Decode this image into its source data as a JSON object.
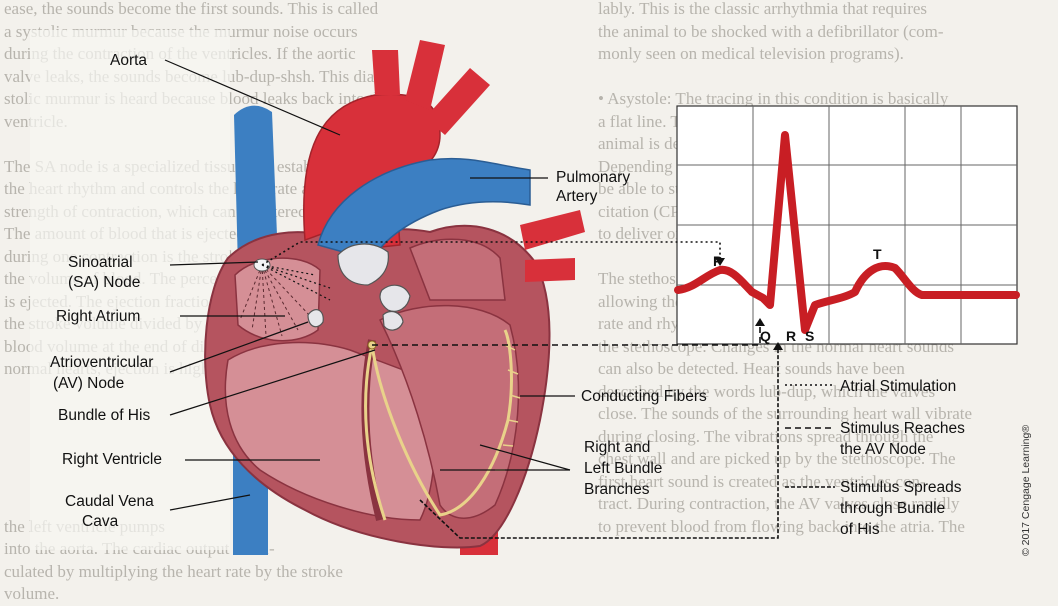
{
  "background_text": {
    "left_lines": [
      "ease, the sounds become the first sounds. This is called",
      "a systolic murmur because the murmur noise occurs",
      "during the contraction of the ventricles. If the aortic",
      "valve leaks, the sounds become lub-dup-shsh. This dia-",
      "stolic murmur is heard because blood leaks back into the",
      "ventricle.",
      "",
      "The SA node is a specialized tissue that establishes",
      "the heart rhythm and controls the heart rate and",
      "strength of contraction, which can be altered by other means.",
      "The amount of blood that is ejected",
      "during one contraction is the stroke volume",
      "the volume of blood. The percentage of blood that",
      "is ejected. The ejection fraction is",
      "the stroke volume divided by the total",
      "blood volume at the end of diastole. In",
      "normal hearts, ejection is higher than 50%.",
      "",
      "",
      "",
      "",
      "",
      "",
      "the left ventricle pumps",
      "into the aorta. The cardiac output is cal-",
      "culated by multiplying the heart rate by the stroke",
      "volume."
    ],
    "right_lines": [
      "lably. This is the classic arrhythmia that requires",
      "the animal to be shocked with a defibrillator (com-",
      "monly seen on medical television programs).",
      "",
      "• Asystole: The tracing in this condition is basically",
      "   a flat line. The heart is no longer contracting. The",
      "   animal is described as being in cardiac arrest.",
      "   Depending on the cause, external stimulation may",
      "   be able to start the heart. Cardiopulmonary resus-",
      "   citation (CPR) can be used to stimulate the heart",
      "   to deliver oxygen to the body.",
      "",
      "The stethoscope is used to hear heart sounds,",
      "allowing the sounds to be heard more clearly. The",
      "rate and rhythm of the heart can be examined with",
      "the stethoscope. Changes in the normal heart sounds",
      "can also be detected. Heart sounds have been",
      "described by the words lub-dup, which the valves",
      "close. The sounds of the surrounding heart wall vibrate",
      "during closing. The vibrations spread through the",
      "chest wall and are picked up by the stethoscope. The",
      "first heart sound is created as the ventricles con-",
      "tract. During contraction, the AV valves close rapidly",
      "to prevent blood from flowing back into the atria. The"
    ]
  },
  "labels": {
    "aorta": "Aorta",
    "pulmonary_artery_1": "Pulmonary",
    "pulmonary_artery_2": "Artery",
    "sa_node_1": "Sinoatrial",
    "sa_node_2": "(SA) Node",
    "right_atrium": "Right Atrium",
    "av_node_1": "Atrioventricular",
    "av_node_2": "(AV) Node",
    "bundle_of_his": "Bundle of His",
    "right_ventricle": "Right Ventricle",
    "caudal_vena_cava_1": "Caudal Vena",
    "caudal_vena_cava_2": "Cava",
    "conducting_fibers": "Conducting Fibers",
    "bundle_branches_1": "Right and",
    "bundle_branches_2": "Left Bundle",
    "bundle_branches_3": "Branches"
  },
  "ecg": {
    "p": "P",
    "q": "Q",
    "r": "R",
    "s": "S",
    "t": "T"
  },
  "legend": {
    "atrial": "Atrial Stimulation",
    "av_1": "Stimulus Reaches",
    "av_2": "the AV Node",
    "his_1": "Stimulus Spreads",
    "his_2": "through Bundle",
    "his_3": "of His"
  },
  "copyright": "© 2017 Cengage Learning®",
  "colors": {
    "artery_red": "#d8303a",
    "vein_blue": "#3c7fc2",
    "myocardium": "#b5545f",
    "chamber": "#d58f96",
    "ecg_trace": "#c81e24",
    "conduction": "#e9d28a"
  }
}
